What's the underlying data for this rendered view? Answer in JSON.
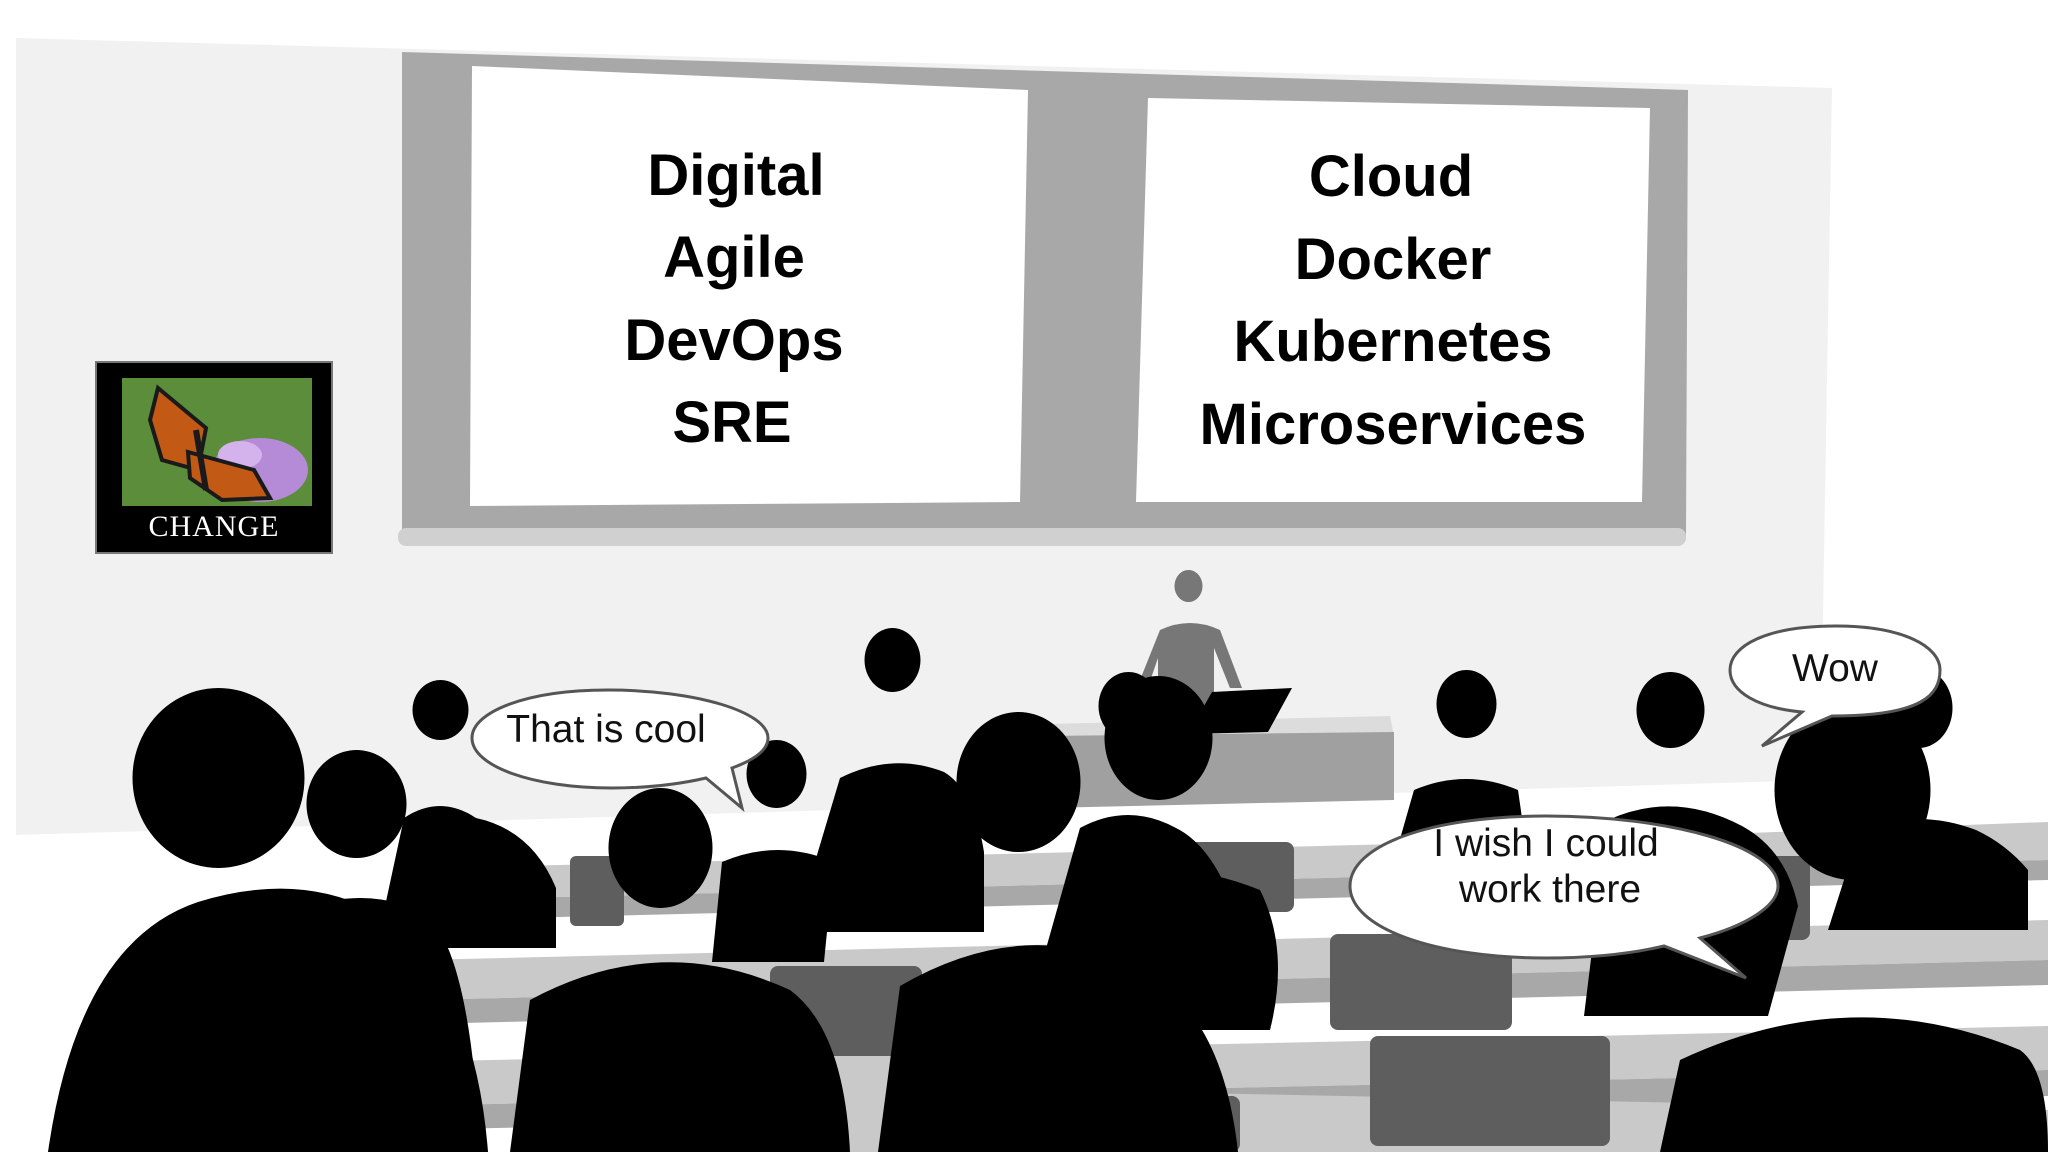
{
  "slides": {
    "left": [
      "Digital",
      "Agile",
      "DevOps",
      "SRE"
    ],
    "right": [
      "Cloud",
      "Docker",
      "Kubernetes",
      "Microservices"
    ]
  },
  "poster": {
    "caption": "CHANGE"
  },
  "speech_bubbles": {
    "cool": "That is cool",
    "wow": "Wow",
    "wish_line1": "I wish I could",
    "wish_line2": "work there"
  },
  "colors": {
    "wall": "#f2f2f2",
    "screen_frame": "#a9a9a9",
    "screen": "#ffffff",
    "silhouette": "#000000",
    "presenter": "#7a7a7a",
    "desk": "#c9c9c9"
  }
}
